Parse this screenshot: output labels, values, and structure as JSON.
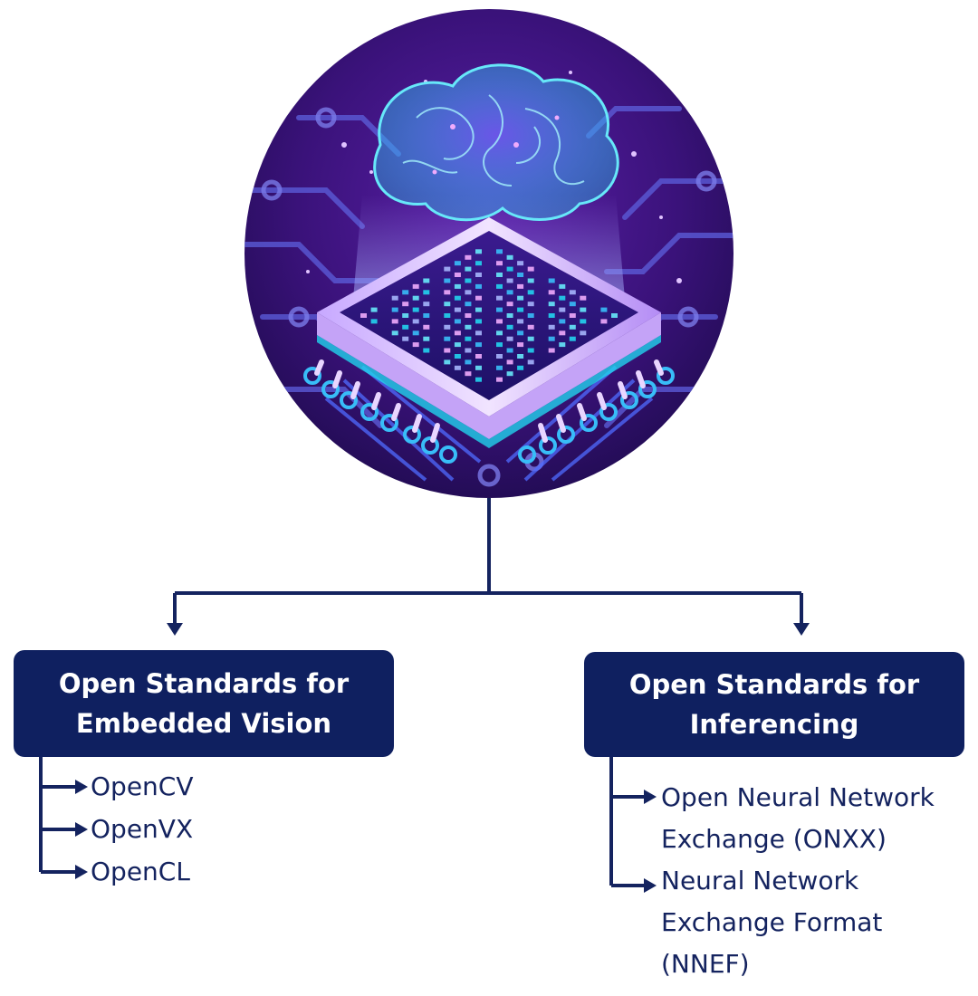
{
  "colors": {
    "navy": "#0f2060",
    "text": "#14235f",
    "circle_bg": "#3a127a",
    "circuit": "#5b8cff",
    "chip_glow": "#22d3ee",
    "brain": "#7dd3fc"
  },
  "hero": {
    "icon": "ai-chip-brain-illustration"
  },
  "branches": [
    {
      "title": "Open Standards for Embedded Vision",
      "items": [
        "OpenCV",
        "OpenVX",
        "OpenCL"
      ]
    },
    {
      "title": "Open Standards for Inferencing",
      "items": [
        "Open Neural Network Exchange (ONXX)",
        "Neural Network Exchange Format (NNEF)"
      ]
    }
  ]
}
